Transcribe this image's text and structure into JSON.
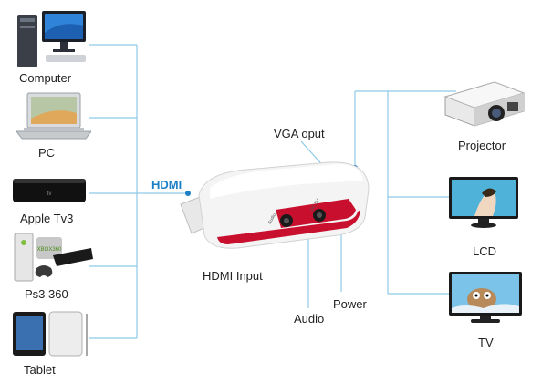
{
  "left_devices": [
    {
      "label": "Computer",
      "icon": "desktop-computer-icon"
    },
    {
      "label": "PC",
      "icon": "laptop-icon"
    },
    {
      "label": "Apple Tv3",
      "icon": "apple-tv-icon"
    },
    {
      "label": "Ps3 360",
      "icon": "game-console-icon"
    },
    {
      "label": "Tablet",
      "icon": "tablet-icon"
    }
  ],
  "right_devices": [
    {
      "label": "Projector",
      "icon": "projector-icon"
    },
    {
      "label": "LCD",
      "icon": "lcd-monitor-icon"
    },
    {
      "label": "TV",
      "icon": "tv-icon"
    }
  ],
  "labels": {
    "hdmi": "HDMI",
    "vga_output": "VGA oput",
    "hdmi_input": "HDMI Input",
    "audio": "Audio",
    "power": "Power"
  },
  "adapter": {
    "icon": "hdmi-to-vga-adapter-icon",
    "port_audio": "Audio",
    "port_power": "DC 5V"
  },
  "colors": {
    "wire": "#8ec9e6",
    "hdmi_text": "#1d7fc4",
    "adapter_red": "#c8102e",
    "adapter_body": "#f4f4f4"
  }
}
